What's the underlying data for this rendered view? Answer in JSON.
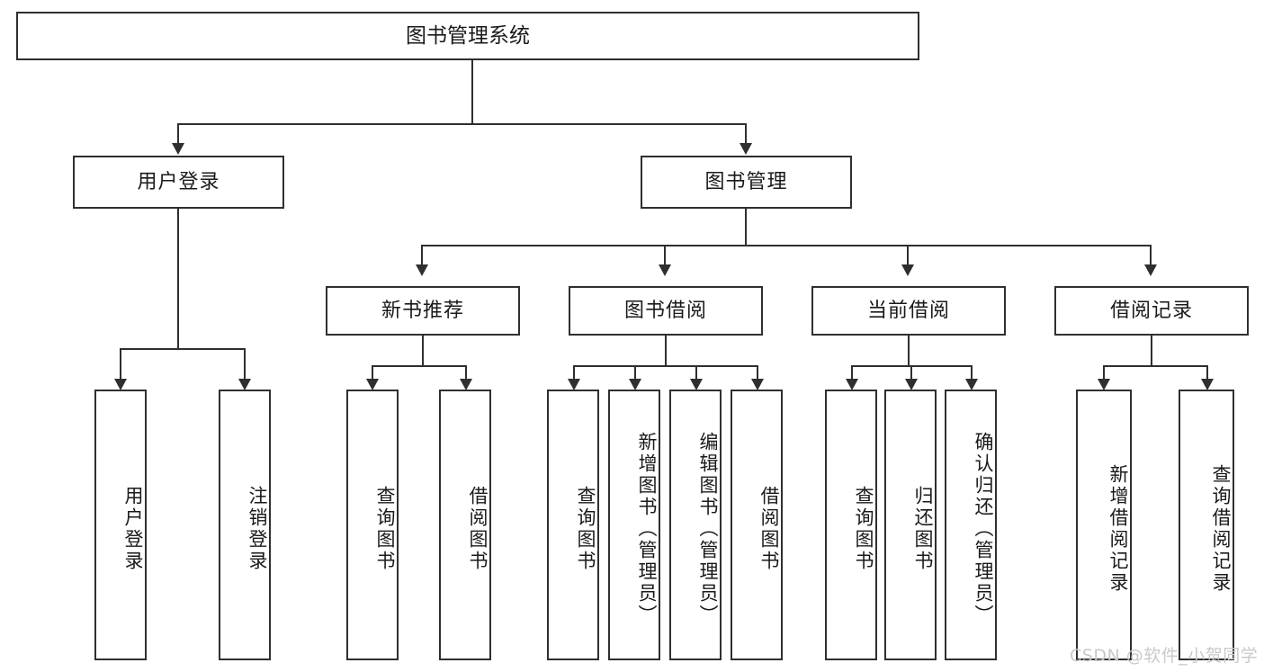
{
  "diagram": {
    "type": "tree-hierarchy",
    "title": "图书管理系统",
    "orientation": "top-down",
    "colors": {
      "background": "#ffffff",
      "box_fill": "#ffffff",
      "box_stroke": "#2f2f2f",
      "text": "#1a1a1a",
      "watermark": "#c9c9c9"
    },
    "root": {
      "label": "图书管理系统"
    },
    "level2": [
      {
        "label": "用户登录"
      },
      {
        "label": "图书管理"
      }
    ],
    "level3": [
      {
        "label": "新书推荐"
      },
      {
        "label": "图书借阅"
      },
      {
        "label": "当前借阅"
      },
      {
        "label": "借阅记录"
      }
    ],
    "leaves": {
      "user_login": [
        {
          "label": "用户登录"
        },
        {
          "label": "注销登录"
        }
      ],
      "new_book_recommend": [
        {
          "label": "查询图书"
        },
        {
          "label": "借阅图书"
        }
      ],
      "book_borrow": [
        {
          "label": "查询图书"
        },
        {
          "label": "新增图书（管理员）"
        },
        {
          "label": "编辑图书（管理员）"
        },
        {
          "label": "借阅图书"
        }
      ],
      "current_borrow": [
        {
          "label": "查询图书"
        },
        {
          "label": "归还图书"
        },
        {
          "label": "确认归还（管理员）"
        }
      ],
      "borrow_records": [
        {
          "label": "新增借阅记录"
        },
        {
          "label": "查询借阅记录"
        }
      ]
    }
  },
  "watermark": {
    "text": "CSDN @软件_小贺同学"
  }
}
